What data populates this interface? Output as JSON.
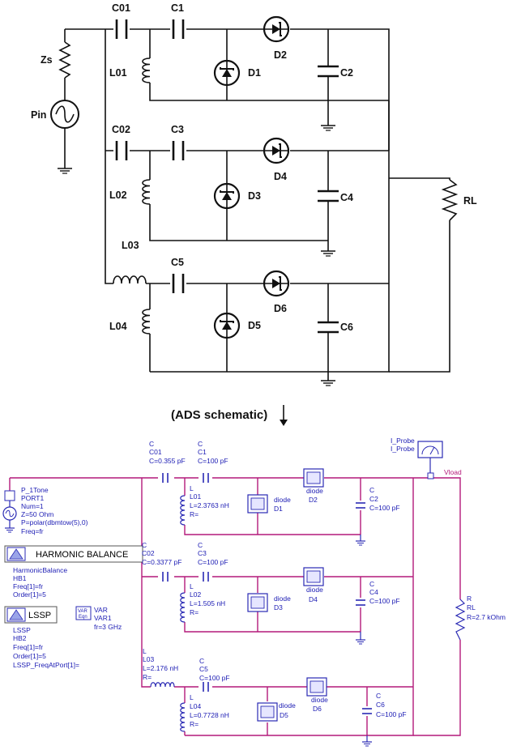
{
  "top": {
    "labels": {
      "C01": "C01",
      "C1": "C1",
      "C02": "C02",
      "C3": "C3",
      "C5": "C5",
      "L01": "L01",
      "L02": "L02",
      "L03": "L03",
      "L04": "L04",
      "D1": "D1",
      "D2": "D2",
      "D3": "D3",
      "D4": "D4",
      "D5": "D5",
      "D6": "D6",
      "C2": "C2",
      "C4": "C4",
      "C6": "C6",
      "Zs": "Zs",
      "Pin": "Pin",
      "RL": "RL"
    }
  },
  "caption": "(ADS schematic)",
  "ads": {
    "port": [
      "P_1Tone",
      "PORT1",
      "Num=1",
      "Z=50 Ohm",
      "P=polar(dbmtow(5),0)",
      "Freq=fr"
    ],
    "hb_box": "HARMONIC BALANCE",
    "hb": [
      "HarmonicBalance",
      "HB1",
      "Freq[1]=fr",
      "Order[1]=5"
    ],
    "lssp_box": "LSSP",
    "lssp": [
      "LSSP",
      "HB2",
      "Freq[1]=fr",
      "Order[1]=5",
      "LSSP_FreqAtPort[1]="
    ],
    "var_icon": [
      "VAR",
      "Eqn"
    ],
    "var": [
      "VAR",
      "VAR1",
      "fr=3 GHz"
    ],
    "c01": [
      "C",
      "C01",
      "C=0.355 pF"
    ],
    "c1": [
      "C",
      "C1",
      "C=100 pF"
    ],
    "l01": [
      "L",
      "L01",
      "L=2.3763 nH",
      "R="
    ],
    "d1": [
      "diode",
      "D1"
    ],
    "d2": [
      "diode",
      "D2"
    ],
    "c2": [
      "C",
      "C2",
      "C=100 pF"
    ],
    "iprobe": [
      "I_Probe",
      "I_Probe"
    ],
    "vload": "Vload",
    "c02": [
      "C",
      "C02",
      "C=0.3377 pF"
    ],
    "c3": [
      "C",
      "C3",
      "C=100 pF"
    ],
    "l02": [
      "L",
      "L02",
      "L=1.505 nH",
      "R="
    ],
    "d3": [
      "diode",
      "D3"
    ],
    "d4": [
      "diode",
      "D4"
    ],
    "c4": [
      "C",
      "C4",
      "C=100 pF"
    ],
    "rl": [
      "R",
      "RL",
      "R=2.7 kOhm"
    ],
    "l03": [
      "L",
      "L03",
      "L=2.176 nH",
      "R="
    ],
    "c5": [
      "C",
      "C5",
      "C=100 pF"
    ],
    "l04": [
      "L",
      "L04",
      "L=0.7728 nH",
      "R="
    ],
    "d5": [
      "diode",
      "D5"
    ],
    "d6": [
      "diode",
      "D6"
    ],
    "c6": [
      "C",
      "C6",
      "C=100 pF"
    ]
  }
}
